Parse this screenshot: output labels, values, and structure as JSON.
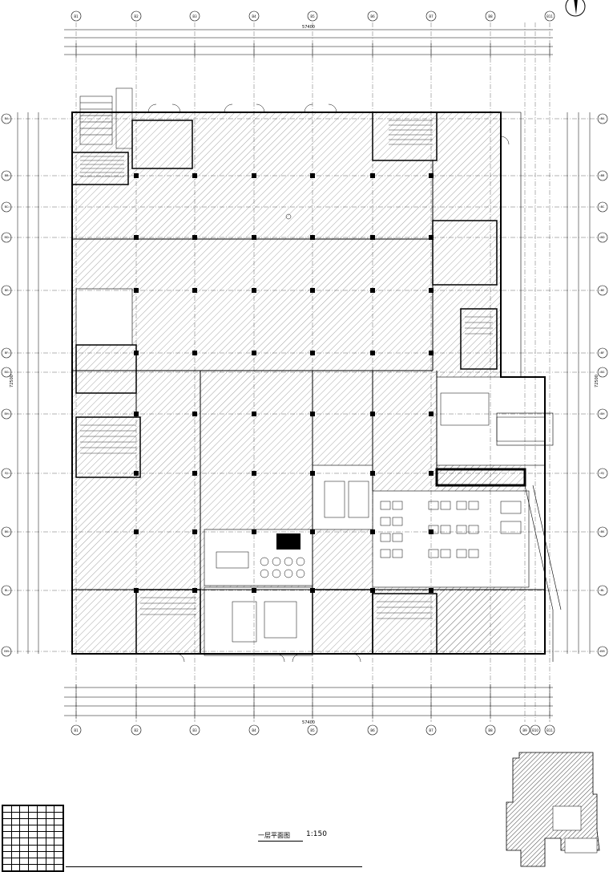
{
  "drawing": {
    "title": "一层平面图",
    "scale": "1:150"
  },
  "grid": {
    "columns": [
      "B1",
      "B2",
      "B3",
      "B4",
      "B5",
      "B6",
      "B7",
      "B8",
      "B9",
      "B10",
      "B11"
    ],
    "rows": [
      "BA",
      "BB",
      "BC",
      "BD",
      "BE",
      "BF",
      "BG",
      "BH",
      "BJ",
      "BK",
      "BL",
      "BM"
    ]
  },
  "dimensions": {
    "total_width": "57400",
    "total_height": "72500"
  },
  "colors": {
    "line": "#000000",
    "hatch": "#555555",
    "background": "#ffffff",
    "keyplan_fill": "#9a9a9a"
  },
  "icons": {
    "north_arrow": "north-arrow-icon"
  }
}
